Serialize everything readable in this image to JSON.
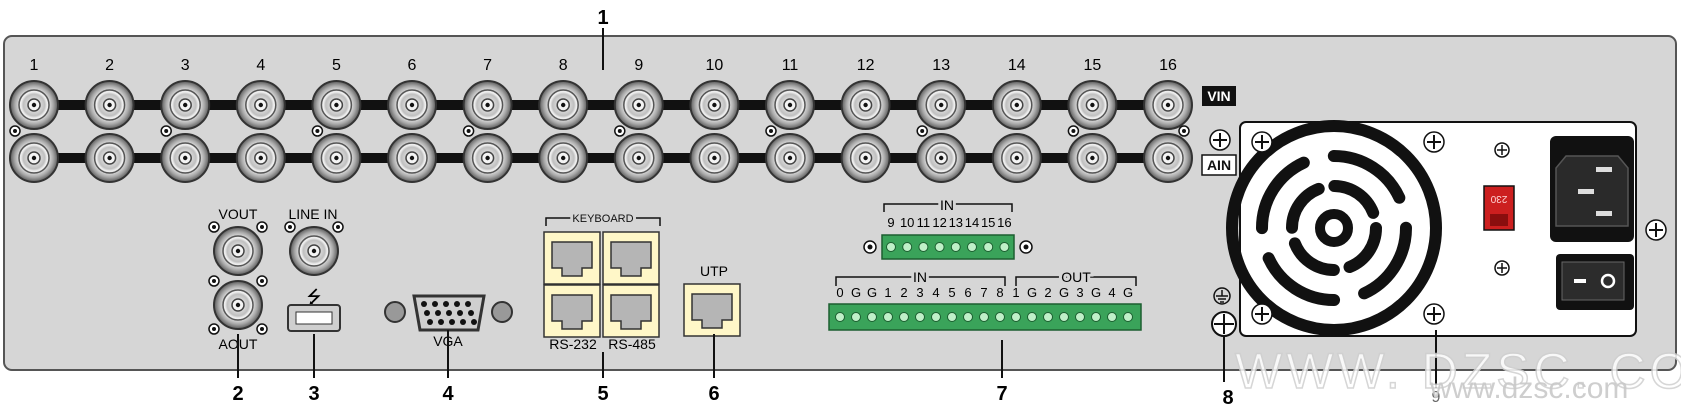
{
  "callouts": [
    "1",
    "2",
    "3",
    "4",
    "5",
    "6",
    "7",
    "8",
    "9"
  ],
  "channel_numbers": [
    "1",
    "2",
    "3",
    "4",
    "5",
    "6",
    "7",
    "8",
    "9",
    "10",
    "11",
    "12",
    "13",
    "14",
    "15",
    "16"
  ],
  "row_labels": {
    "video_in": "VIN",
    "audio_in": "AIN"
  },
  "video_out": {
    "vout": "VOUT",
    "aout": "AOUT",
    "line_in": "LINE IN"
  },
  "vga": {
    "label": "VGA"
  },
  "keyboard": {
    "title": "KEYBOARD",
    "rs232": "RS-232",
    "rs485": "RS-485"
  },
  "utp": {
    "label": "UTP"
  },
  "alarm_upper": {
    "title": "IN",
    "pins": [
      "9",
      "10",
      "11",
      "12",
      "13",
      "14",
      "15",
      "16"
    ]
  },
  "alarm_lower": {
    "in_title": "IN",
    "out_title": "OUT",
    "pins": [
      "0",
      "G",
      "G",
      "1",
      "2",
      "3",
      "4",
      "5",
      "6",
      "7",
      "8",
      "1",
      "G",
      "2",
      "G",
      "3",
      "G",
      "4",
      "G"
    ]
  },
  "power": {
    "voltage_switch": "230"
  },
  "watermark": {
    "big": "WWW. DZSC. COM",
    "small": "www.dzsc.com"
  },
  "colors": {
    "panel": "#d6d6d6",
    "terminal": "#3aa35a",
    "switch": "#cc1f1f",
    "watermark": "#c9c9c9"
  }
}
